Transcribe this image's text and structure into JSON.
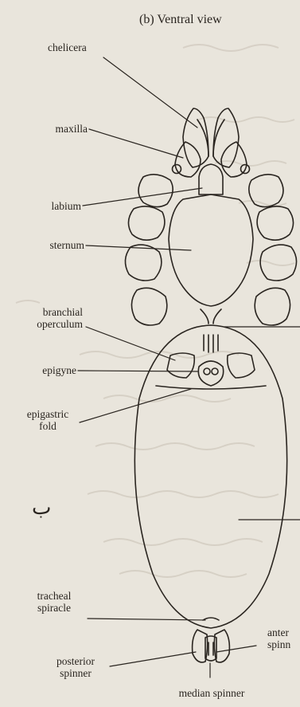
{
  "figure": {
    "caption": "(b)  Ventral view",
    "labels": {
      "chelicera": "chelicera",
      "maxilla": "maxilla",
      "labium": "labium",
      "sternum": "sternum",
      "branchial_line1": "branchial",
      "branchial_line2": "operculum",
      "epigyne": "epigyne",
      "epigastric_line1": "epigastric",
      "epigastric_line2": "fold",
      "tracheal_line1": "tracheal",
      "tracheal_line2": "spiracle",
      "posterior_line1": "posterior",
      "posterior_line2": "spinner",
      "median_spinner": "median spinner",
      "anterior_line1": "anter",
      "anterior_line2": "spinn"
    },
    "margin_mark": "ب"
  },
  "colors": {
    "ink": "#2a2520",
    "paper": "#e9e5dc",
    "bleed": "#c9c2b6"
  }
}
